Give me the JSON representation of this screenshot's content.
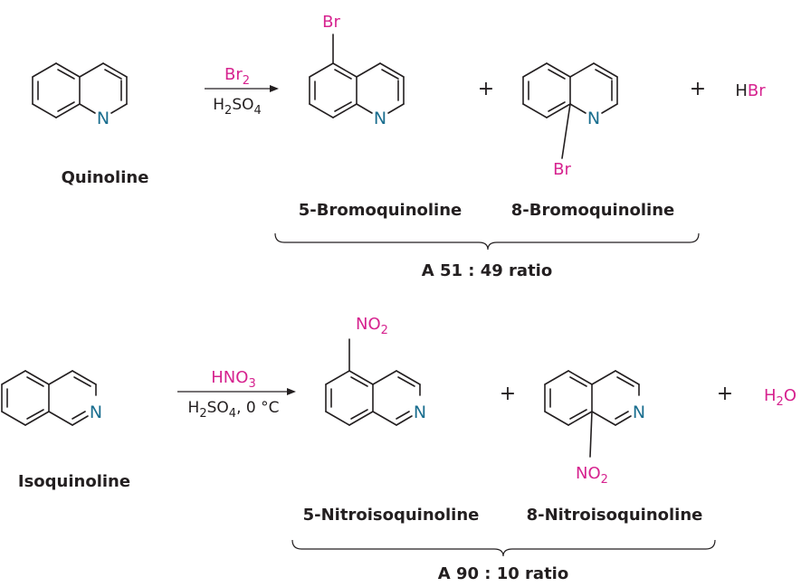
{
  "reaction1": {
    "reactant_name": "Quinoline",
    "reagent_top": "Br",
    "reagent_top_sub": "2",
    "reagent_bottom": [
      "H",
      "2",
      "SO",
      "4"
    ],
    "product1_name": "5-Bromoquinoline",
    "product2_name": "8-Bromoquinoline",
    "substituent": "Br",
    "nitrogen": "N",
    "plus": "+",
    "byproduct_h": "H",
    "byproduct_rest": "Br",
    "ratio": "A 51 : 49 ratio"
  },
  "reaction2": {
    "reactant_name": "Isoquinoline",
    "reagent_top": "HNO",
    "reagent_top_sub": "3",
    "reagent_bottom": [
      "H",
      "2",
      "SO",
      "4",
      ", 0 °C"
    ],
    "product1_name": "5-Nitroisoquinoline",
    "product2_name": "8-Nitroisoquinoline",
    "substituent": "NO",
    "substituent_sub": "2",
    "nitrogen": "N",
    "plus": "+",
    "byproduct": "H",
    "byproduct_sub": "2",
    "byproduct_end": "O",
    "ratio": "A 90 : 10 ratio"
  },
  "colors": {
    "nitrogen": "#1a6e8f",
    "reagent": "#d6238f",
    "bond": "#231f20"
  }
}
